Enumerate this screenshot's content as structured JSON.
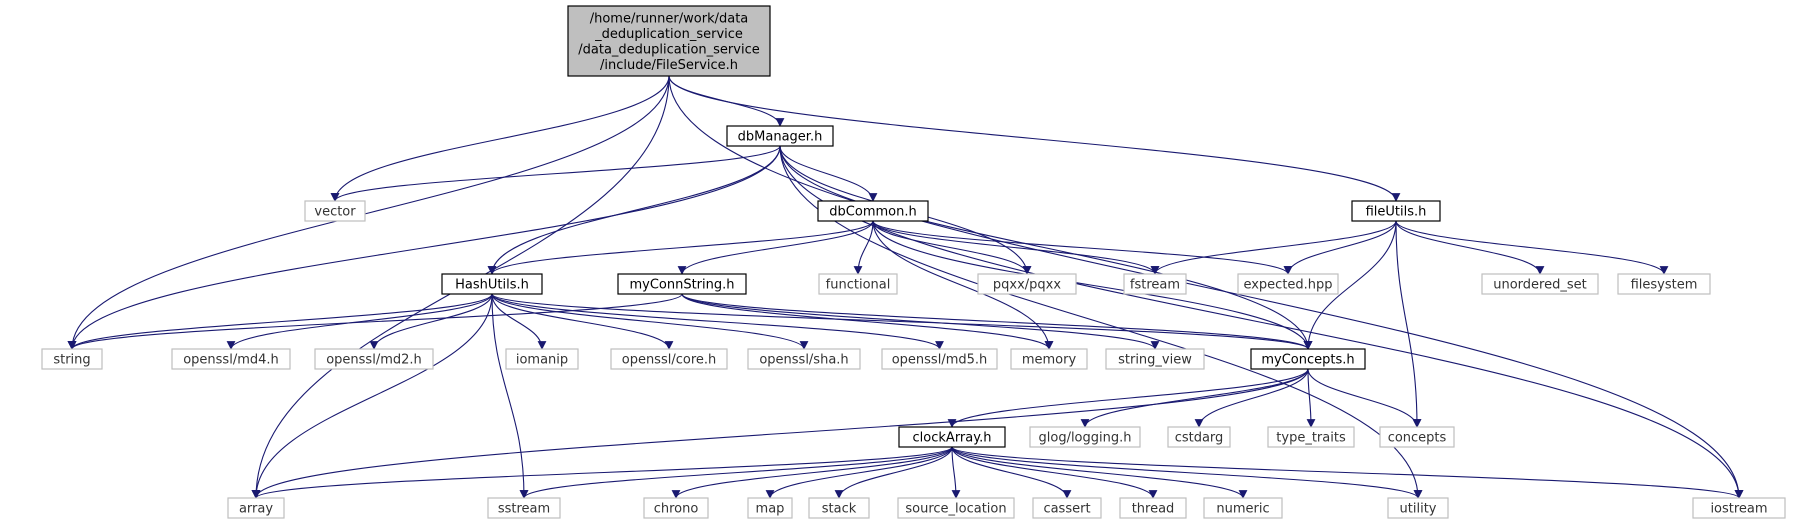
{
  "colors": {
    "edge": "#191970",
    "root_fill": "#bfbfbf",
    "local_border": "#000000",
    "system_border": "#bfbfbf"
  },
  "nodes": [
    {
      "id": "root",
      "kind": "root",
      "lines": [
        "/home/runner/work/data",
        "_deduplication_service",
        "/data_deduplication_service",
        "/include/FileService.h"
      ]
    },
    {
      "id": "dbManager",
      "kind": "local",
      "lines": [
        "dbManager.h"
      ]
    },
    {
      "id": "vector",
      "kind": "system",
      "lines": [
        "vector"
      ]
    },
    {
      "id": "dbCommon",
      "kind": "local",
      "lines": [
        "dbCommon.h"
      ]
    },
    {
      "id": "fileUtils",
      "kind": "local",
      "lines": [
        "fileUtils.h"
      ]
    },
    {
      "id": "HashUtils",
      "kind": "local",
      "lines": [
        "HashUtils.h"
      ]
    },
    {
      "id": "myConnString",
      "kind": "local",
      "lines": [
        "myConnString.h"
      ]
    },
    {
      "id": "functional",
      "kind": "system",
      "lines": [
        "functional"
      ]
    },
    {
      "id": "pqxx",
      "kind": "system",
      "lines": [
        "pqxx/pqxx"
      ]
    },
    {
      "id": "fstream",
      "kind": "system",
      "lines": [
        "fstream"
      ]
    },
    {
      "id": "expected",
      "kind": "system",
      "lines": [
        "expected.hpp"
      ]
    },
    {
      "id": "unordered_set",
      "kind": "system",
      "lines": [
        "unordered_set"
      ]
    },
    {
      "id": "filesystem",
      "kind": "system",
      "lines": [
        "filesystem"
      ]
    },
    {
      "id": "string",
      "kind": "system",
      "lines": [
        "string"
      ]
    },
    {
      "id": "md4",
      "kind": "system",
      "lines": [
        "openssl/md4.h"
      ]
    },
    {
      "id": "md2",
      "kind": "system",
      "lines": [
        "openssl/md2.h"
      ]
    },
    {
      "id": "iomanip",
      "kind": "system",
      "lines": [
        "iomanip"
      ]
    },
    {
      "id": "core",
      "kind": "system",
      "lines": [
        "openssl/core.h"
      ]
    },
    {
      "id": "sha",
      "kind": "system",
      "lines": [
        "openssl/sha.h"
      ]
    },
    {
      "id": "md5",
      "kind": "system",
      "lines": [
        "openssl/md5.h"
      ]
    },
    {
      "id": "memory",
      "kind": "system",
      "lines": [
        "memory"
      ]
    },
    {
      "id": "string_view",
      "kind": "system",
      "lines": [
        "string_view"
      ]
    },
    {
      "id": "myConcepts",
      "kind": "local",
      "lines": [
        "myConcepts.h"
      ]
    },
    {
      "id": "clockArray",
      "kind": "local",
      "lines": [
        "clockArray.h"
      ]
    },
    {
      "id": "glog",
      "kind": "system",
      "lines": [
        "glog/logging.h"
      ]
    },
    {
      "id": "cstdarg",
      "kind": "system",
      "lines": [
        "cstdarg"
      ]
    },
    {
      "id": "type_traits",
      "kind": "system",
      "lines": [
        "type_traits"
      ]
    },
    {
      "id": "concepts",
      "kind": "system",
      "lines": [
        "concepts"
      ]
    },
    {
      "id": "array",
      "kind": "system",
      "lines": [
        "array"
      ]
    },
    {
      "id": "sstream",
      "kind": "system",
      "lines": [
        "sstream"
      ]
    },
    {
      "id": "chrono",
      "kind": "system",
      "lines": [
        "chrono"
      ]
    },
    {
      "id": "map",
      "kind": "system",
      "lines": [
        "map"
      ]
    },
    {
      "id": "stack",
      "kind": "system",
      "lines": [
        "stack"
      ]
    },
    {
      "id": "source_location",
      "kind": "system",
      "lines": [
        "source_location"
      ]
    },
    {
      "id": "cassert",
      "kind": "system",
      "lines": [
        "cassert"
      ]
    },
    {
      "id": "thread",
      "kind": "system",
      "lines": [
        "thread"
      ]
    },
    {
      "id": "numeric",
      "kind": "system",
      "lines": [
        "numeric"
      ]
    },
    {
      "id": "utility",
      "kind": "system",
      "lines": [
        "utility"
      ]
    },
    {
      "id": "iostream",
      "kind": "system",
      "lines": [
        "iostream"
      ]
    }
  ],
  "edges": [
    [
      "root",
      "dbManager"
    ],
    [
      "root",
      "vector"
    ],
    [
      "root",
      "string"
    ],
    [
      "root",
      "array"
    ],
    [
      "root",
      "fileUtils"
    ],
    [
      "root",
      "iostream"
    ],
    [
      "dbManager",
      "vector"
    ],
    [
      "dbManager",
      "dbCommon"
    ],
    [
      "dbManager",
      "HashUtils"
    ],
    [
      "dbManager",
      "string"
    ],
    [
      "dbManager",
      "pqxx"
    ],
    [
      "dbManager",
      "myConcepts"
    ],
    [
      "dbManager",
      "iostream"
    ],
    [
      "dbManager",
      "utility"
    ],
    [
      "dbCommon",
      "HashUtils"
    ],
    [
      "dbCommon",
      "myConnString"
    ],
    [
      "dbCommon",
      "functional"
    ],
    [
      "dbCommon",
      "pqxx"
    ],
    [
      "dbCommon",
      "fstream"
    ],
    [
      "dbCommon",
      "expected"
    ],
    [
      "dbCommon",
      "myConcepts"
    ],
    [
      "dbCommon",
      "memory"
    ],
    [
      "fileUtils",
      "fstream"
    ],
    [
      "fileUtils",
      "expected"
    ],
    [
      "fileUtils",
      "unordered_set"
    ],
    [
      "fileUtils",
      "filesystem"
    ],
    [
      "fileUtils",
      "myConcepts"
    ],
    [
      "fileUtils",
      "concepts"
    ],
    [
      "HashUtils",
      "string"
    ],
    [
      "HashUtils",
      "md4"
    ],
    [
      "HashUtils",
      "md2"
    ],
    [
      "HashUtils",
      "iomanip"
    ],
    [
      "HashUtils",
      "core"
    ],
    [
      "HashUtils",
      "sha"
    ],
    [
      "HashUtils",
      "md5"
    ],
    [
      "HashUtils",
      "myConcepts"
    ],
    [
      "HashUtils",
      "sstream"
    ],
    [
      "HashUtils",
      "array"
    ],
    [
      "myConnString",
      "string"
    ],
    [
      "myConnString",
      "memory"
    ],
    [
      "myConnString",
      "string_view"
    ],
    [
      "myConnString",
      "myConcepts"
    ],
    [
      "myConcepts",
      "clockArray"
    ],
    [
      "myConcepts",
      "glog"
    ],
    [
      "myConcepts",
      "cstdarg"
    ],
    [
      "myConcepts",
      "type_traits"
    ],
    [
      "myConcepts",
      "concepts"
    ],
    [
      "myConcepts",
      "array"
    ],
    [
      "clockArray",
      "array"
    ],
    [
      "clockArray",
      "sstream"
    ],
    [
      "clockArray",
      "chrono"
    ],
    [
      "clockArray",
      "map"
    ],
    [
      "clockArray",
      "stack"
    ],
    [
      "clockArray",
      "source_location"
    ],
    [
      "clockArray",
      "cassert"
    ],
    [
      "clockArray",
      "thread"
    ],
    [
      "clockArray",
      "numeric"
    ],
    [
      "clockArray",
      "utility"
    ],
    [
      "clockArray",
      "iostream"
    ]
  ]
}
